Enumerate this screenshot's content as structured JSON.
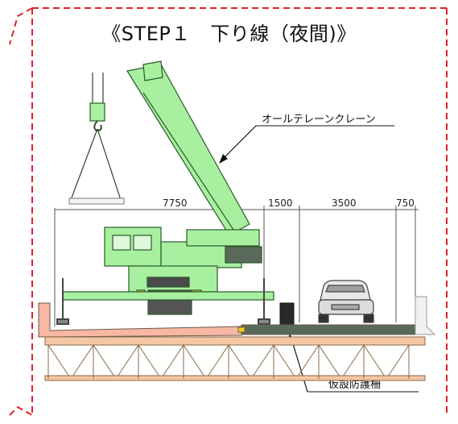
{
  "title": "《STEP１　下り線（夜間)》",
  "labels": {
    "crane": "オールテレーンクレーン",
    "guard_fence": "仮設防護柵"
  },
  "dimensions": [
    "7750",
    "1500",
    "3500",
    "750"
  ],
  "colors": {
    "frame": "#e0202a",
    "crane": "#a8f0a0",
    "crane_outline": "#2a5a2a",
    "girder": "#f5c7a4",
    "girder_outline": "#8a6a4a",
    "deck_pink": "#f7b7a3",
    "deck_grey": "#5a6a5a"
  },
  "icons": [
    "crane-hook-icon",
    "car-icon",
    "guard-fence-icon"
  ]
}
